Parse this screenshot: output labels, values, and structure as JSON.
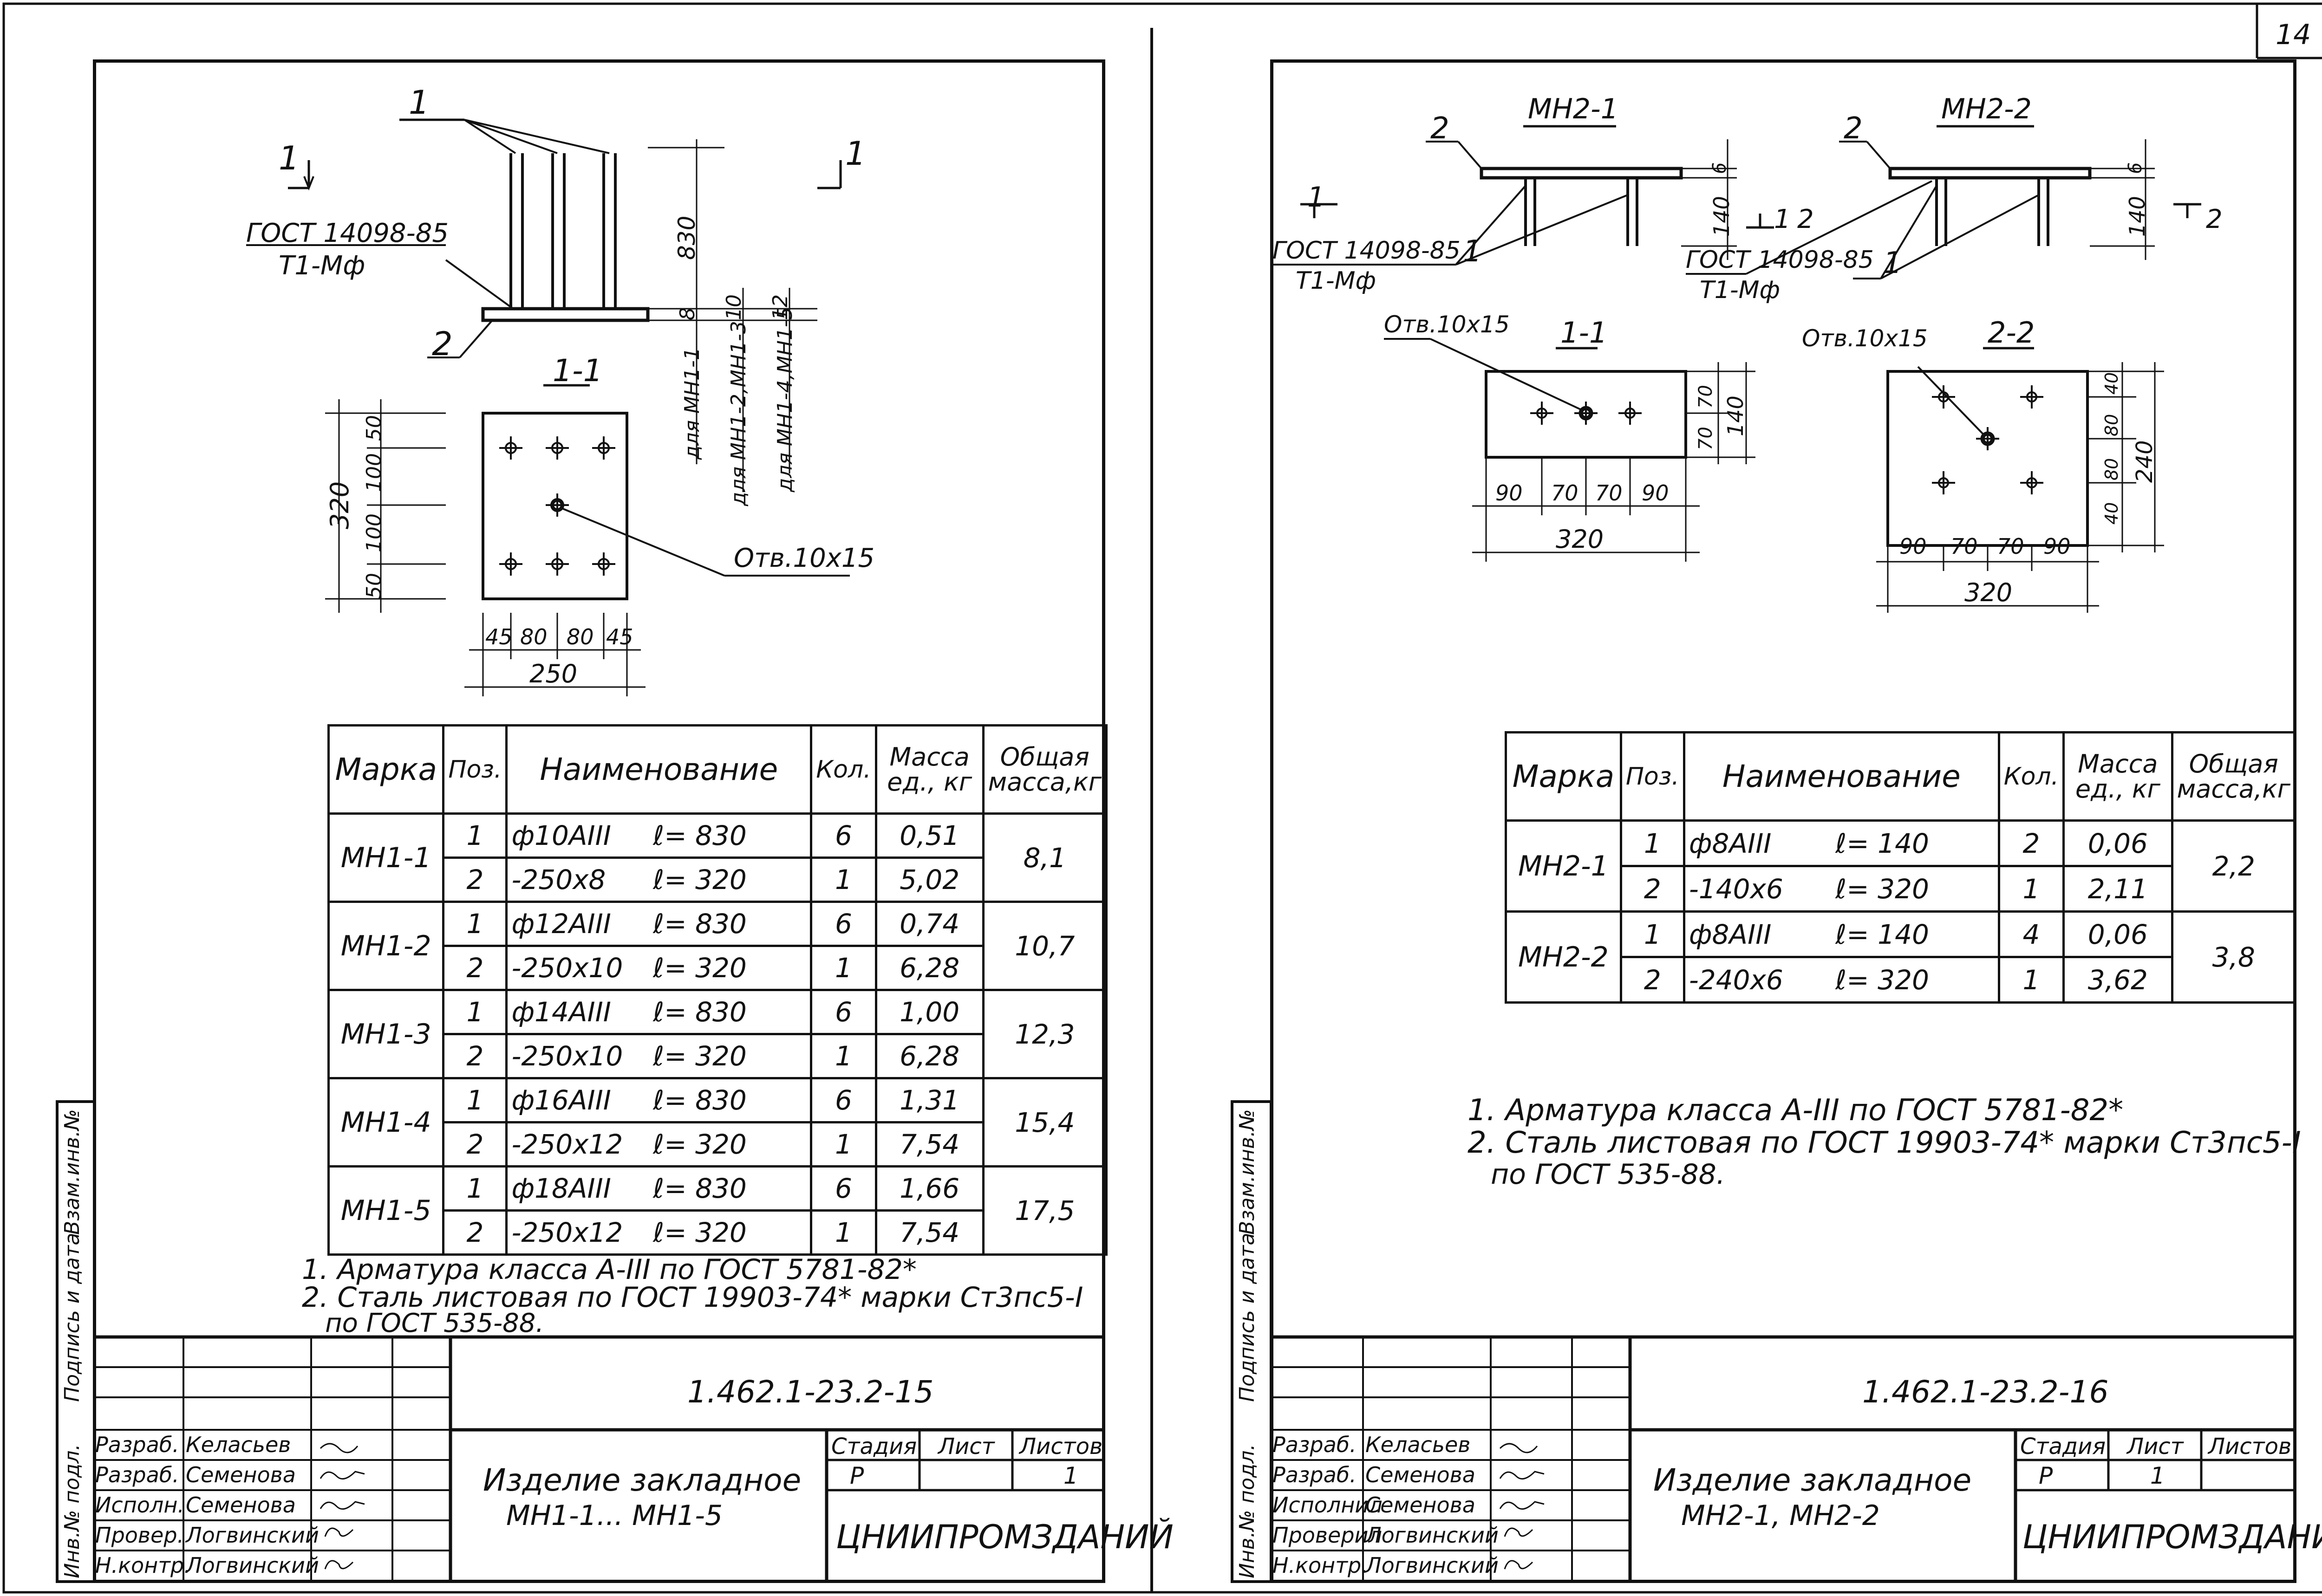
{
  "page_number": "14",
  "left": {
    "views": {
      "section": "1-1",
      "cut_mark": "1"
    },
    "labels": {
      "pos1": "1",
      "pos2": "2",
      "gost": "ГОСТ 14098-85",
      "weld": "Т1-Мф",
      "dim_height": "830",
      "dim_8": "8",
      "dim_10": "10",
      "dim_12": "12",
      "for_mn11": "для МН1-1",
      "for_mn12": "для МН1-2,МН1-3",
      "for_mn14": "для МН1-4,МН1-5",
      "hole": "Отв.10х15",
      "dim_320": "320",
      "dim_v": [
        "50",
        "100",
        "100",
        "50"
      ],
      "dim_h": [
        "45",
        "80",
        "80",
        "45"
      ],
      "dim_250": "250"
    },
    "table": {
      "headers": [
        "Марка",
        "Поз.",
        "Наименование",
        "Кол.",
        "Масса ед., кг",
        "Общая масса,кг"
      ],
      "groups": [
        {
          "mark": "МН1-1",
          "total": "8,1",
          "rows": [
            {
              "pos": "1",
              "name": "ф10АIII",
              "len": "ℓ= 830",
              "qty": "6",
              "mass": "0,51"
            },
            {
              "pos": "2",
              "name": "-250х8",
              "len": "ℓ= 320",
              "qty": "1",
              "mass": "5,02"
            }
          ]
        },
        {
          "mark": "МН1-2",
          "total": "10,7",
          "rows": [
            {
              "pos": "1",
              "name": "ф12АIII",
              "len": "ℓ= 830",
              "qty": "6",
              "mass": "0,74"
            },
            {
              "pos": "2",
              "name": "-250х10",
              "len": "ℓ= 320",
              "qty": "1",
              "mass": "6,28"
            }
          ]
        },
        {
          "mark": "МН1-3",
          "total": "12,3",
          "rows": [
            {
              "pos": "1",
              "name": "ф14АIII",
              "len": "ℓ= 830",
              "qty": "6",
              "mass": "1,00"
            },
            {
              "pos": "2",
              "name": "-250х10",
              "len": "ℓ= 320",
              "qty": "1",
              "mass": "6,28"
            }
          ]
        },
        {
          "mark": "МН1-4",
          "total": "15,4",
          "rows": [
            {
              "pos": "1",
              "name": "ф16АIII",
              "len": "ℓ= 830",
              "qty": "6",
              "mass": "1,31"
            },
            {
              "pos": "2",
              "name": "-250х12",
              "len": "ℓ= 320",
              "qty": "1",
              "mass": "7,54"
            }
          ]
        },
        {
          "mark": "МН1-5",
          "total": "17,5",
          "rows": [
            {
              "pos": "1",
              "name": "ф18АIII",
              "len": "ℓ= 830",
              "qty": "6",
              "mass": "1,66"
            },
            {
              "pos": "2",
              "name": "-250х12",
              "len": "ℓ= 320",
              "qty": "1",
              "mass": "7,54"
            }
          ]
        }
      ]
    },
    "notes": [
      "1. Арматура класса А-III по ГОСТ 5781-82*",
      "2. Сталь листовая по ГОСТ 19903-74* марки Ст3пс5-I",
      "по ГОСТ 535-88."
    ],
    "title_block": {
      "doc_code": "1.462.1-23.2-15",
      "title": [
        "Изделие закладное",
        "МН1-1... МН1-5"
      ],
      "roles": [
        "Разраб.",
        "Разраб.",
        "Исполн.",
        "Провер.",
        "Н.контр."
      ],
      "names": [
        "Келасьев",
        "Семенова",
        "Семенова",
        "Логвинский",
        "Логвинский"
      ],
      "stage_label": "Стадия",
      "sheet_label": "Лист",
      "sheets_label": "Листов",
      "stage": "Р",
      "sheets": "1",
      "org": "ЦНИИПРОМЗДАНИЙ"
    },
    "side_labels": [
      "Инв.№ подл.",
      "Подпись и дата",
      "Взам.инв.№"
    ]
  },
  "right": {
    "views": {
      "mn21": "МН2-1",
      "mn22": "МН2-2",
      "sec1": "1-1",
      "sec2": "2-2"
    },
    "labels": {
      "pos1": "1",
      "pos2": "2",
      "gost": "ГОСТ 14098-85",
      "weld": "Т1-Мф",
      "hole": "Отв.10х15",
      "dim_6": "6",
      "dim_140": "140",
      "cut1": "1",
      "cut2": "2",
      "s1_v": [
        "70",
        "70"
      ],
      "s1_140": "140",
      "s1_h": [
        "90",
        "70",
        "70",
        "90"
      ],
      "s1_320": "320",
      "s2_v": [
        "40",
        "80",
        "80",
        "40"
      ],
      "s2_240": "240",
      "s2_h": [
        "90",
        "70",
        "70",
        "90"
      ],
      "s2_320": "320"
    },
    "table": {
      "headers": [
        "Марка",
        "Поз.",
        "Наименование",
        "Кол.",
        "Масса ед., кг",
        "Общая масса,кг"
      ],
      "groups": [
        {
          "mark": "МН2-1",
          "total": "2,2",
          "rows": [
            {
              "pos": "1",
              "name": "ф8АIII",
              "len": "ℓ= 140",
              "qty": "2",
              "mass": "0,06"
            },
            {
              "pos": "2",
              "name": "-140х6",
              "len": "ℓ= 320",
              "qty": "1",
              "mass": "2,11"
            }
          ]
        },
        {
          "mark": "МН2-2",
          "total": "3,8",
          "rows": [
            {
              "pos": "1",
              "name": "ф8АIII",
              "len": "ℓ= 140",
              "qty": "4",
              "mass": "0,06"
            },
            {
              "pos": "2",
              "name": "-240х6",
              "len": "ℓ= 320",
              "qty": "1",
              "mass": "3,62"
            }
          ]
        }
      ]
    },
    "notes": [
      "1. Арматура класса А-III по ГОСТ 5781-82*",
      "2. Сталь листовая по ГОСТ 19903-74* марки Ст3пс5-I",
      "по ГОСТ 535-88."
    ],
    "title_block": {
      "doc_code": "1.462.1-23.2-16",
      "title": [
        "Изделие закладное",
        "МН2-1, МН2-2"
      ],
      "roles": [
        "Разраб.",
        "Разраб.",
        "Исполнил",
        "Проверил",
        "Н.контр."
      ],
      "names": [
        "Келасьев",
        "Семенова",
        "Семенова",
        "Логвинский",
        "Логвинский"
      ],
      "stage_label": "Стадия",
      "sheet_label": "Лист",
      "sheets_label": "Листов",
      "stage": "Р",
      "sheet": "1",
      "org": "ЦНИИПРОМЗДАНИЙ"
    },
    "side_labels": [
      "Инв.№ подл.",
      "Подпись и дата",
      "Взам.инв.№"
    ]
  }
}
